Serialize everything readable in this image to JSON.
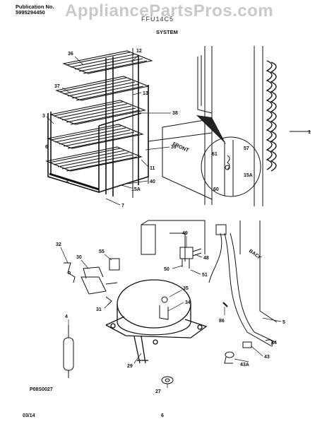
{
  "header": {
    "publication_label": "Publication No.",
    "publication_number": "5995294450",
    "model": "FFU14C5",
    "section_title": "SYSTEM",
    "watermark": "AppliancePartsPros.com"
  },
  "footer": {
    "date": "03/14",
    "page_number": "6",
    "drawing_code": "P08S0027"
  },
  "labels": {
    "front": "FRONT",
    "back": "BACK"
  },
  "callouts": [
    "36",
    "12",
    "37",
    "13",
    "38",
    "3",
    "39",
    "6",
    "11",
    "40",
    "15A",
    "3",
    "7",
    "61",
    "57",
    "15A",
    "60",
    "1",
    "32",
    "30",
    "55",
    "49",
    "48",
    "50",
    "51",
    "35",
    "34",
    "31",
    "86",
    "5",
    "4",
    "29",
    "27",
    "43",
    "43A",
    "44"
  ],
  "colors": {
    "line": "#111111",
    "watermark": "#c9c9c9",
    "shade": "#222222"
  }
}
